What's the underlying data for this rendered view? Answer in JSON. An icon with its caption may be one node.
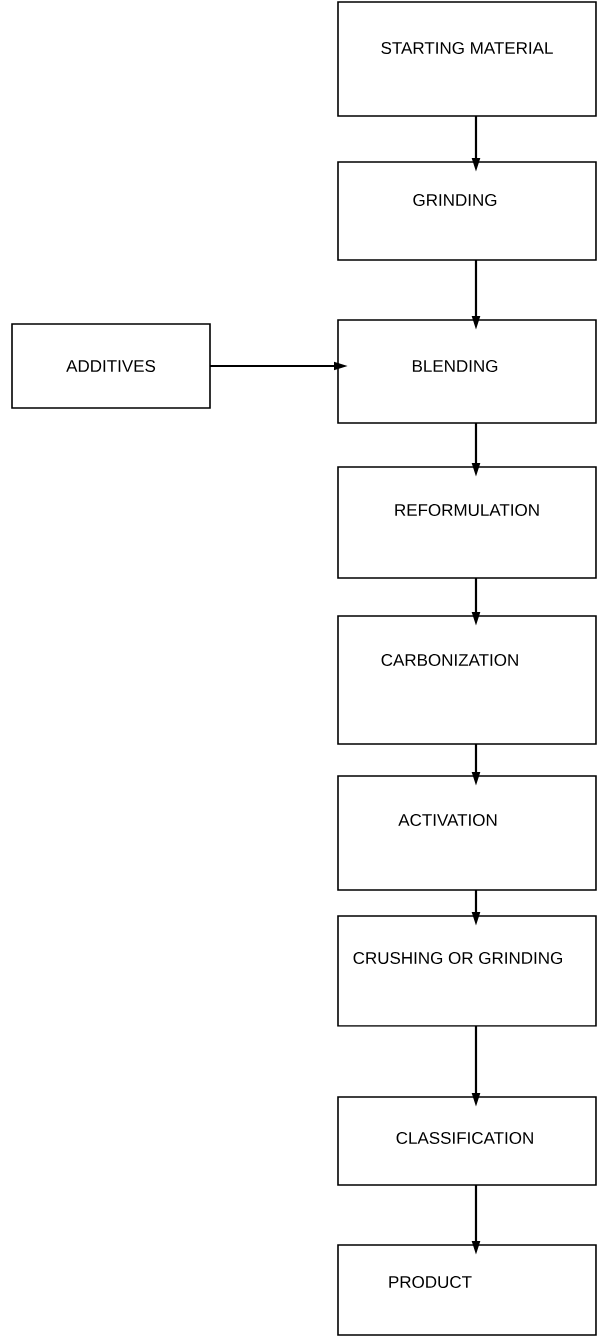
{
  "diagram": {
    "nodes": [
      {
        "text": [
          "STARTING MATERIAL"
        ]
      },
      {
        "text": [
          "GRINDING"
        ]
      },
      {
        "text": [
          "ADDITIVES"
        ]
      },
      {
        "text": [
          "BLENDING"
        ]
      },
      {
        "text": [
          "REFORMULATION"
        ]
      },
      {
        "text": [
          "CARBONIZATION"
        ]
      },
      {
        "text": [
          "ACTIVATION"
        ]
      },
      {
        "text": [
          "CRUSHING OR GRINDING"
        ]
      },
      {
        "text": [
          "CLASSIFICATION"
        ]
      },
      {
        "text": [
          "PRODUCT"
        ]
      }
    ],
    "edges": [
      {
        "from": 0,
        "to": 1,
        "arrow": "to"
      },
      {
        "from": 1,
        "to": 3,
        "arrow": "to"
      },
      {
        "from": 2,
        "to": 3,
        "arrow": "to"
      },
      {
        "from": 3,
        "to": 4,
        "arrow": "to"
      },
      {
        "from": 4,
        "to": 5,
        "arrow": "to"
      },
      {
        "from": 5,
        "to": 6,
        "arrow": "to"
      },
      {
        "from": 6,
        "to": 7,
        "arrow": "to"
      },
      {
        "from": 7,
        "to": 8,
        "arrow": "to"
      },
      {
        "from": 8,
        "to": 9,
        "arrow": "to"
      }
    ]
  }
}
